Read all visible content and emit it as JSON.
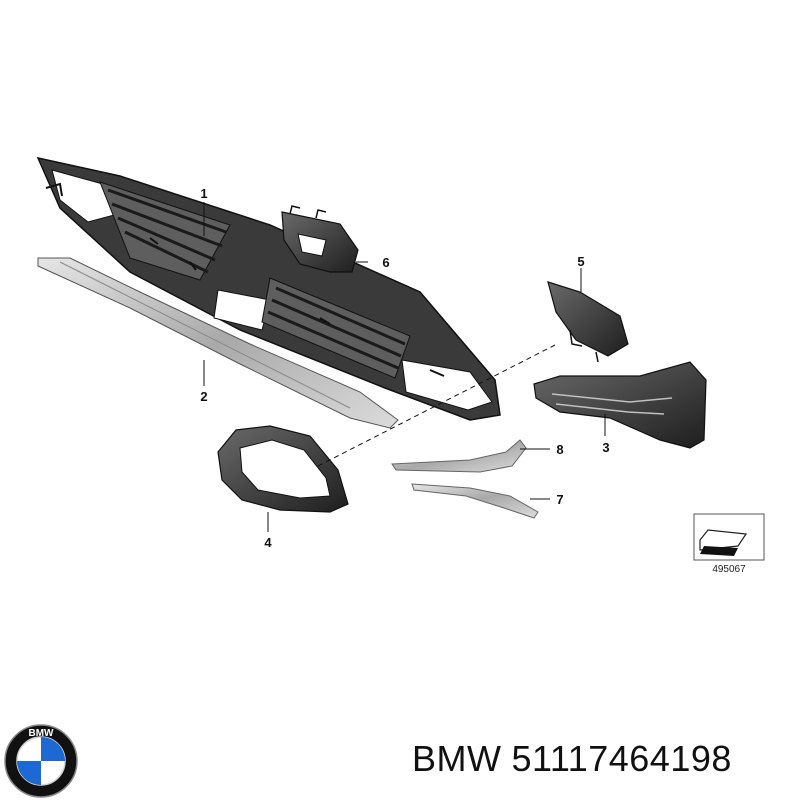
{
  "callouts": [
    "1",
    "2",
    "3",
    "4",
    "5",
    "6",
    "7",
    "8"
  ],
  "reference_number": "495067",
  "brand": "BMW",
  "part_number": "51117464198",
  "logo_letters": "BMW",
  "colors": {
    "part_dark": "#2b2b2b",
    "part_mid": "#5a5a5a",
    "trim_light": "#c8c8c8",
    "logo_blue": "#1c69d4",
    "logo_ring": "#111111"
  }
}
